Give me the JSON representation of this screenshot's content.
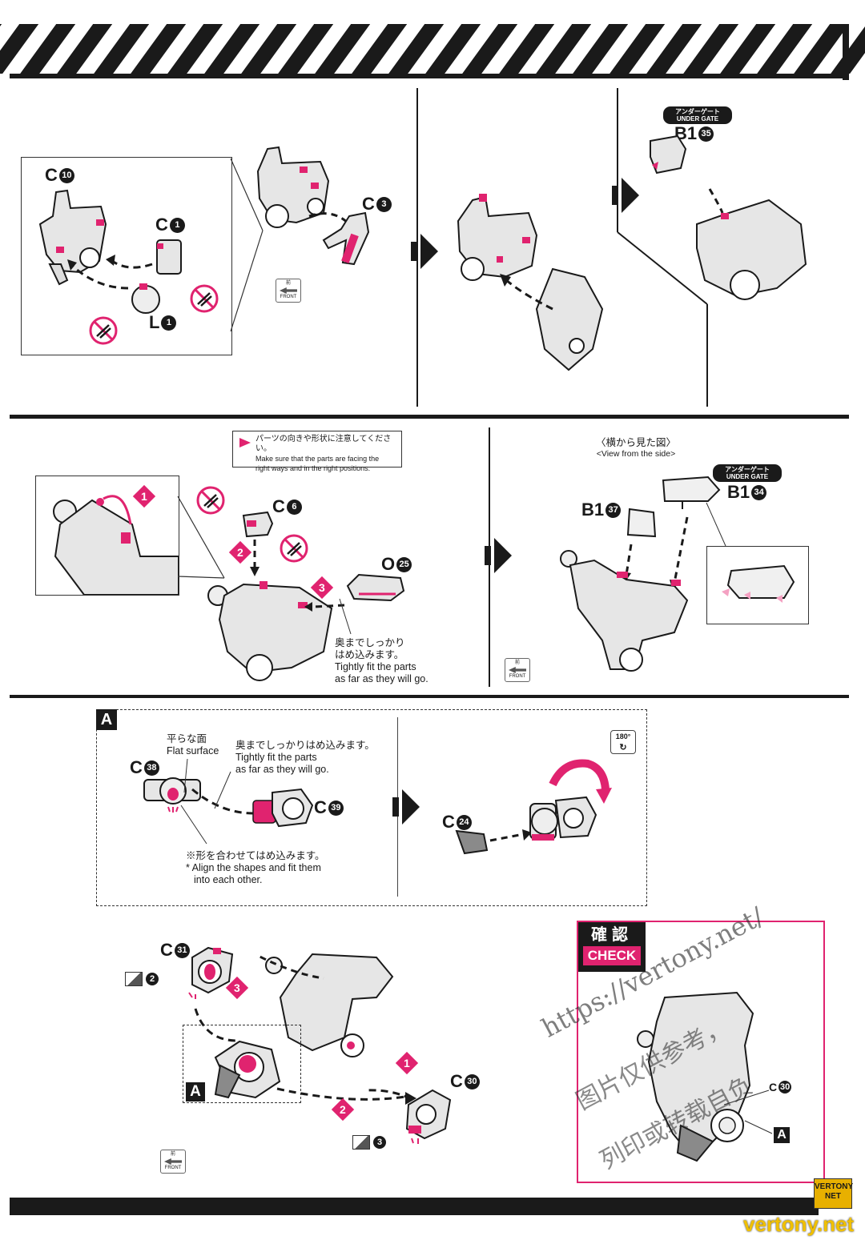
{
  "colors": {
    "accent": "#e0236f",
    "ink": "#1a1a1a",
    "paper": "#ffffff"
  },
  "icons": {
    "nipper": "nipper-prohibited-icon",
    "arrow": "next-step-arrow-icon",
    "front": "front-direction-icon"
  },
  "panel1": {
    "c10": {
      "letter": "C",
      "num": "10"
    },
    "c1": {
      "letter": "C",
      "num": "1"
    },
    "l1": {
      "letter": "L",
      "num": "1"
    },
    "c3": {
      "letter": "C",
      "num": "3"
    },
    "front": {
      "jp": "前",
      "en": "FRONT"
    }
  },
  "panel3": {
    "gate_jp": "アンダーゲート",
    "gate_en": "UNDER GATE",
    "b135": {
      "letter": "B1",
      "num": "35"
    }
  },
  "panel4": {
    "note_jp": "パーツの向きや形状に注意してください。",
    "note_en1": "Make sure that the parts are facing the",
    "note_en2": "right ways and in the right positions.",
    "c6": {
      "letter": "C",
      "num": "6"
    },
    "o25": {
      "letter": "O",
      "num": "25"
    },
    "steps": [
      "1",
      "2",
      "3"
    ],
    "fit_jp1": "奥までしっかり",
    "fit_jp2": "はめ込みます。",
    "fit_en1": "Tightly fit the parts",
    "fit_en2": "as far as they will go."
  },
  "panel5": {
    "side_jp": "〈横から見た図〉",
    "side_en": "<View from the side>",
    "gate_jp": "アンダーゲート",
    "gate_en": "UNDER GATE",
    "b134": {
      "letter": "B1",
      "num": "34"
    },
    "b137": {
      "letter": "B1",
      "num": "37"
    },
    "front": {
      "jp": "前",
      "en": "FRONT"
    }
  },
  "panelA": {
    "label": "A",
    "flat_jp": "平らな面",
    "flat_en": "Flat surface",
    "fit_jp": "奥までしっかりはめ込みます。",
    "fit_en1": "Tightly fit the parts",
    "fit_en2": "as far as they will go.",
    "c38": {
      "letter": "C",
      "num": "38"
    },
    "c39": {
      "letter": "C",
      "num": "39"
    },
    "c24": {
      "letter": "C",
      "num": "24"
    },
    "align_jp": "※形を合わせてはめ込みます。",
    "align_en1": "* Align the shapes and fit them",
    "align_en2": "into each other.",
    "rotate": "180°"
  },
  "panel6": {
    "c31": {
      "letter": "C",
      "num": "31"
    },
    "c30": {
      "letter": "C",
      "num": "30"
    },
    "sub2": "2",
    "sub3": "3",
    "a_label": "A",
    "steps": [
      "1",
      "2",
      "3"
    ],
    "front": {
      "jp": "前",
      "en": "FRONT"
    }
  },
  "check": {
    "jp": "確認",
    "en": "CHECK",
    "c30": {
      "letter": "C",
      "num": "30"
    },
    "a_label": "A"
  },
  "watermark": {
    "url": "https://vertony.net/",
    "cn1": "图片仅供参考，",
    "cn2": "列印或转载自负",
    "logo": "VERTONY NET",
    "site": "vertony.net"
  }
}
